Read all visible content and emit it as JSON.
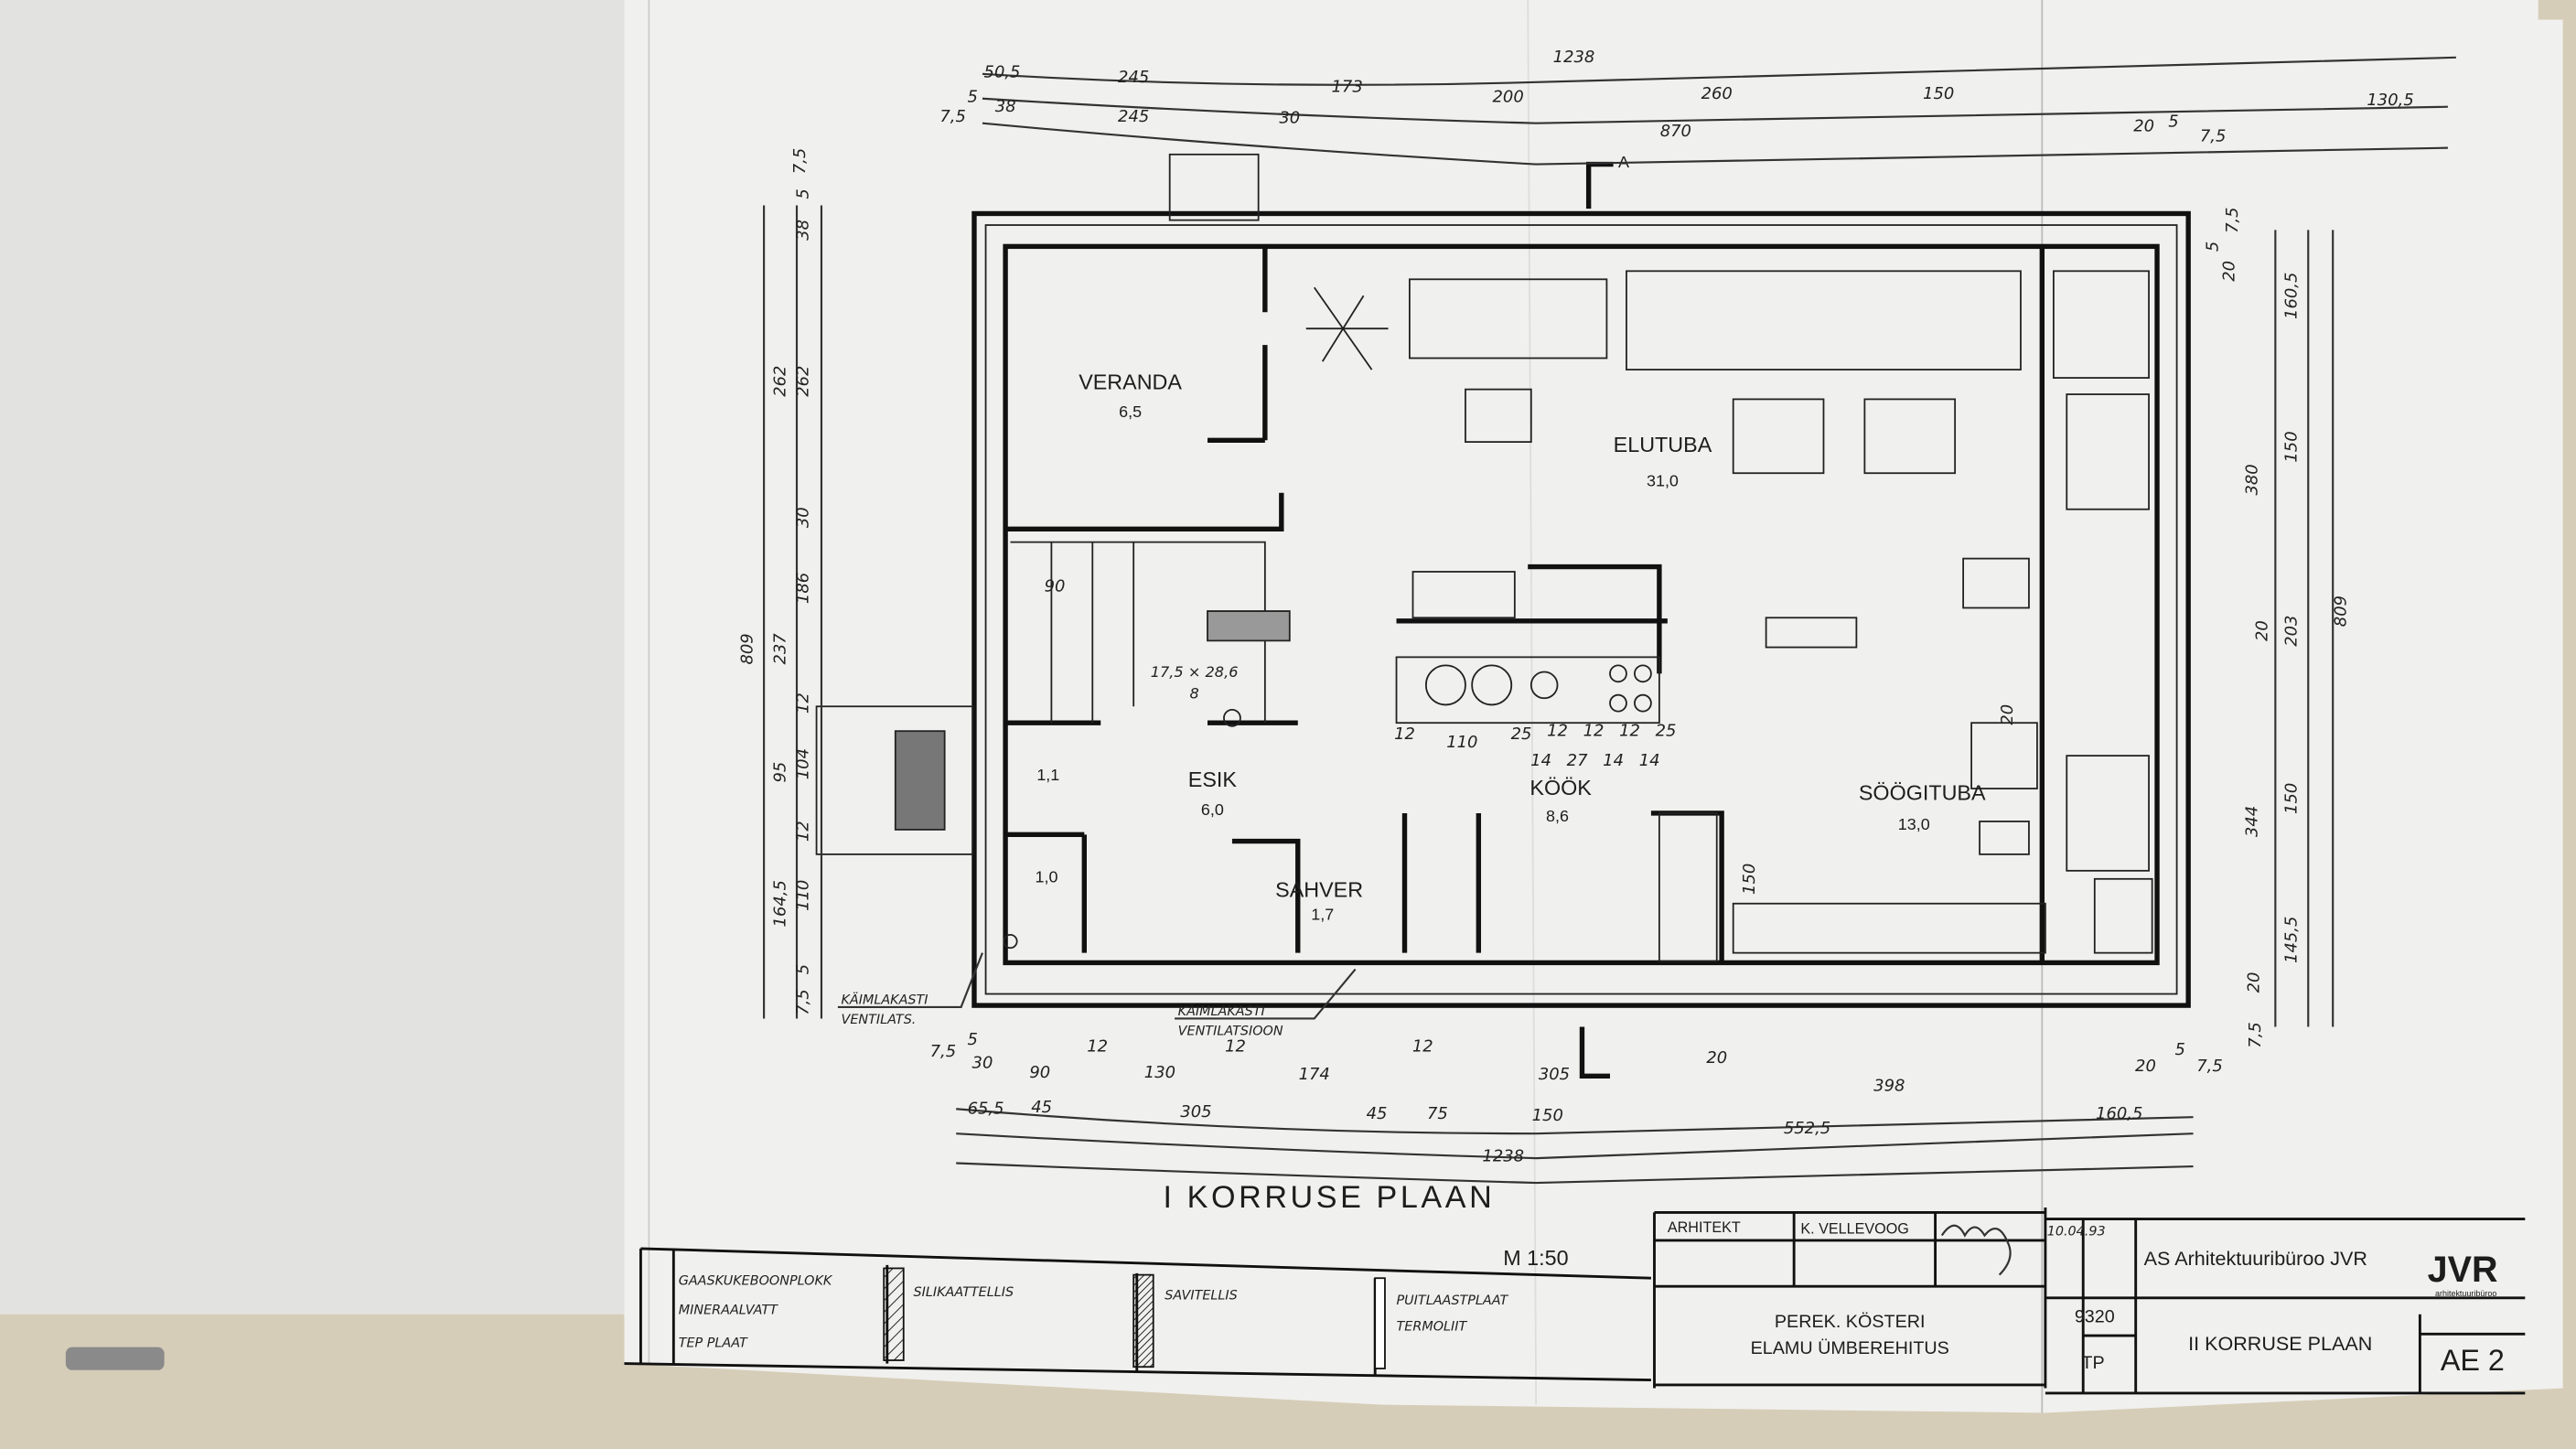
{
  "drawing": {
    "title": "I KORRUSE PLAAN",
    "scale": "M 1:50",
    "section_marker": "A"
  },
  "rooms": [
    {
      "name": "VERANDA",
      "area": "6,5"
    },
    {
      "name": "ELUTUBA",
      "area": "31,0"
    },
    {
      "name": "ESIK",
      "area": "6,0"
    },
    {
      "name": "KÖÖK",
      "area": "8,6"
    },
    {
      "name": "SÖÖGITUBA",
      "area": "13,0"
    },
    {
      "name": "SAHVER",
      "area": "1,7"
    },
    {
      "name": "",
      "area": "1,1"
    },
    {
      "name": "",
      "area": "1,0"
    }
  ],
  "stair": {
    "size": "17,5 × 28,6",
    "steps": "8",
    "width": "90"
  },
  "notes": {
    "vent1_line1": "KÄIMLAKASTI",
    "vent1_line2": "VENTILATS.",
    "vent2_line1": "KÄIMLAKASTI",
    "vent2_line2": "VENTILATSIOON"
  },
  "dimensions": {
    "top_total": "1238",
    "top_row1": [
      "50,5",
      "245",
      "173",
      "200",
      "260",
      "150",
      "130,5"
    ],
    "top_row2": [
      "7,5",
      "5",
      "38",
      "245",
      "30",
      "870",
      "20",
      "5",
      "7,5"
    ],
    "bottom_row1": [
      "7,5",
      "5",
      "30",
      "90",
      "12",
      "130",
      "12",
      "174",
      "12",
      "305",
      "20",
      "398",
      "20",
      "5",
      "7,5"
    ],
    "bottom_row2": [
      "65,5",
      "45",
      "305",
      "45",
      "75",
      "150",
      "552,5",
      "160,5"
    ],
    "bottom_total": "1238",
    "left_total": "809",
    "left_row1": [
      "262",
      "237",
      "95",
      "164,5"
    ],
    "left_row2": [
      "7,5",
      "5",
      "38",
      "262",
      "30",
      "186",
      "12",
      "104",
      "12",
      "110",
      "5",
      "7,5"
    ],
    "right_total": "809",
    "right_row1": [
      "380",
      "344"
    ],
    "right_row2": [
      "20",
      "5",
      "7,5",
      "160,5",
      "150",
      "20",
      "203",
      "150",
      "145,5",
      "20",
      "7,5"
    ],
    "kitchen": [
      "12",
      "110",
      "25",
      "12",
      "12",
      "12",
      "25",
      "14",
      "27",
      "14",
      "14"
    ],
    "dining": [
      "150",
      "20"
    ]
  },
  "legend": [
    {
      "line1": "GAASKUKEBOONPLOKK",
      "line2": "MINERAALVATT",
      "line3": "TEP PLAAT"
    },
    {
      "line1": "SILIKAATTELLIS"
    },
    {
      "line1": "SAVITELLIS"
    },
    {
      "line1": "PUITLAASTPLAAT",
      "line2": "TERMOLIIT"
    }
  ],
  "title_block": {
    "role_label": "ARHITEKT",
    "architect": "K. VELLEVOOG",
    "date": "10.04.93",
    "project_line1": "PEREK. KÖSTERI",
    "project_line2": "ELAMU ÜMBEREHITUS",
    "project_no": "9320",
    "stage": "TP",
    "company": "AS Arhitektuuribüroo JVR",
    "logo_text": "JVR",
    "logo_sub": "arhitektuuribüroo",
    "sheet_title": "II KORRUSE PLAAN",
    "sheet_no": "AE 2"
  },
  "colors": {
    "paper": "#f1f1ef",
    "ink": "#1d1d1d",
    "wood": "#d8ccb4",
    "underpage": "#e4e4e2"
  }
}
